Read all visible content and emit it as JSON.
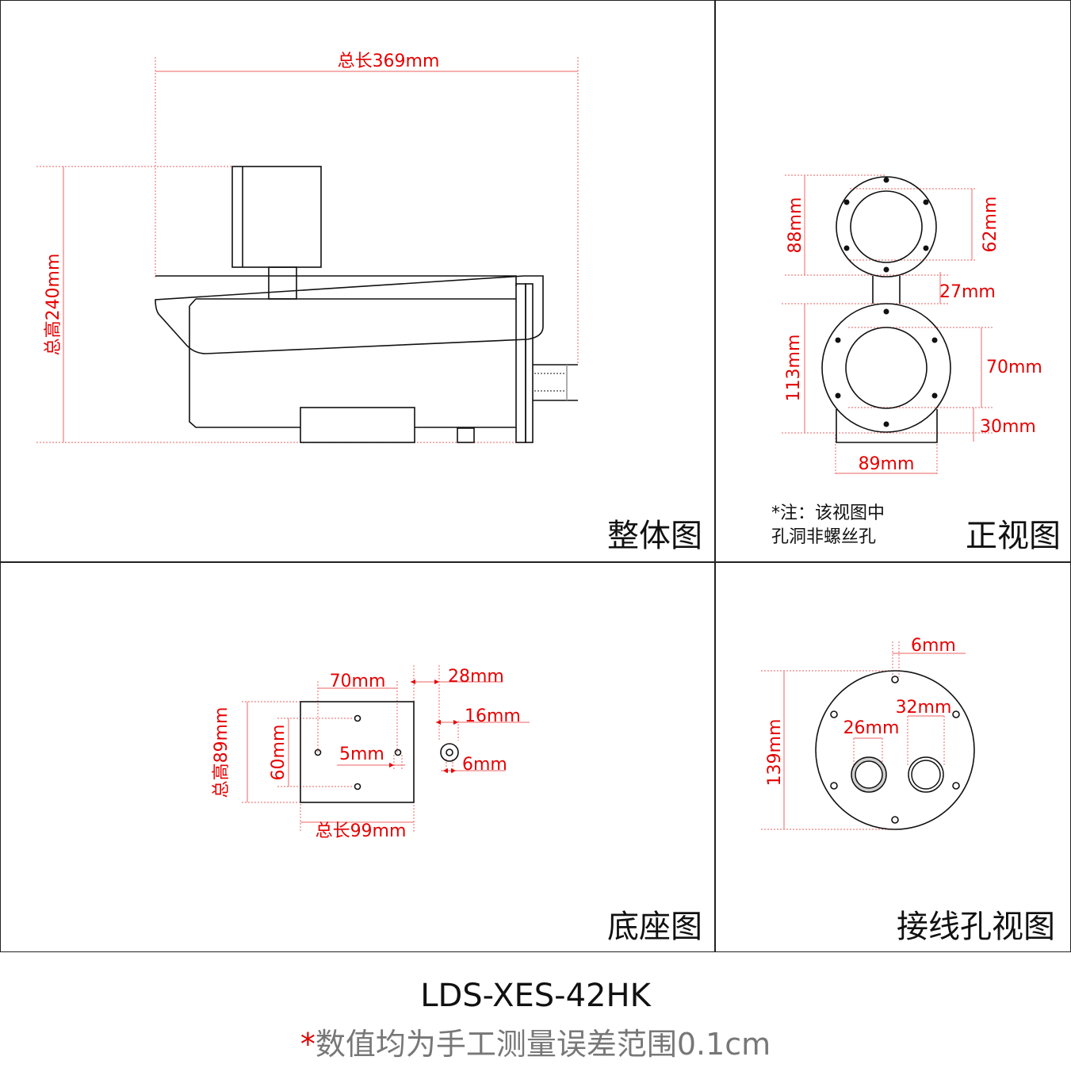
{
  "colors": {
    "dimension": "#e60000",
    "dimension_line": "#f08080",
    "outline": "#111111",
    "disclaimer_text": "#777777",
    "background": "#ffffff"
  },
  "panels": {
    "overall": {
      "title": "整体图",
      "dimensions": {
        "total_length": "总长369mm",
        "total_height": "总高240mm"
      }
    },
    "front": {
      "title": "正视图",
      "note_line1": "*注：该视图中",
      "note_line2": "孔洞非螺丝孔",
      "dimensions": {
        "upper_flange_outer": "88mm",
        "upper_flange_inner": "62mm",
        "neck_height": "27mm",
        "lower_flange_outer": "113mm",
        "lower_flange_inner": "70mm",
        "base_height": "30mm",
        "base_width": "89mm"
      }
    },
    "base": {
      "title": "底座图",
      "dimensions": {
        "hole_spacing_x": "70mm",
        "hole_spacing_y": "60mm",
        "hole_diameter": "5mm",
        "total_height": "总高89mm",
        "total_length": "总长99mm",
        "offset": "28mm",
        "washer_outer": "16mm",
        "washer_inner": "6mm"
      }
    },
    "cable_hole": {
      "title": "接线孔视图",
      "dimensions": {
        "screw_hole": "6mm",
        "plate_diameter": "139mm",
        "gland_small": "26mm",
        "gland_large": "32mm"
      }
    }
  },
  "footer": {
    "model": "LDS-XES-42HK",
    "disclaimer_star": "*",
    "disclaimer": "数值均为手工测量误差范围0.1cm"
  }
}
